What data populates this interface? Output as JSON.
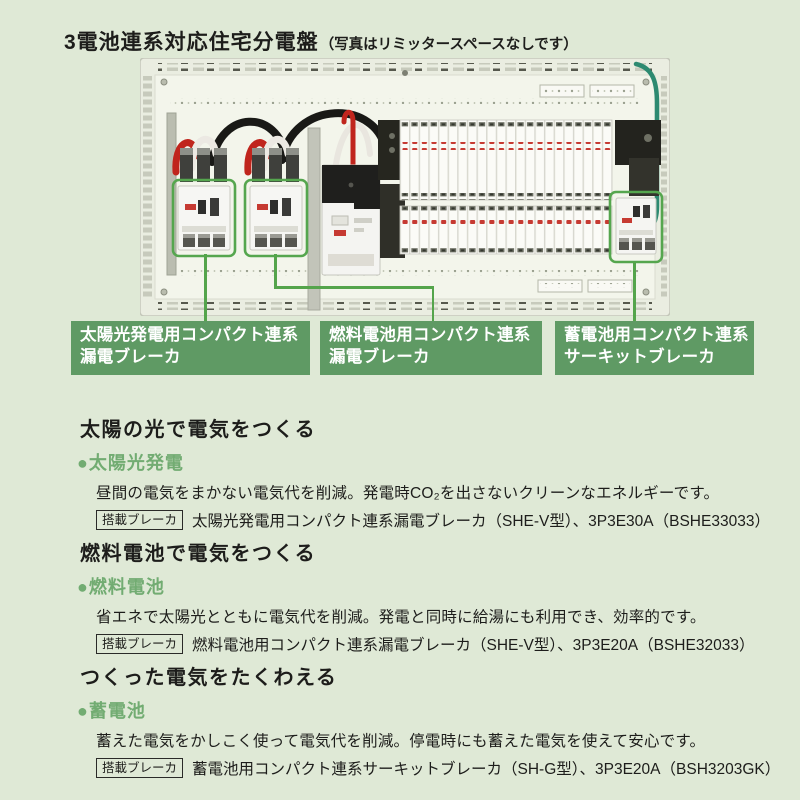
{
  "page": {
    "title": "3電池連系対応住宅分電盤",
    "title_note": "（写真はリミッタースペースなしです）"
  },
  "photo": {
    "description": "分電盤内部の写真",
    "callouts": [
      {
        "id": "solar",
        "line1": "太陽光発電用コンパクト連系",
        "line2": "漏電ブレーカ"
      },
      {
        "id": "fuel",
        "line1": "燃料電池用コンパクト連系",
        "line2": "漏電ブレーカ"
      },
      {
        "id": "battery",
        "line1": "蓄電池用コンパクト連系",
        "line2": "サーキットブレーカ"
      }
    ]
  },
  "sections": [
    {
      "heading": "太陽の光で電気をつくる",
      "subheading": "●太陽光発電",
      "body": "昼間の電気をまかない電気代を削減。発電時CO₂を出さないクリーンなエネルギーです。",
      "breaker_tag": "搭載ブレーカ",
      "breaker_spec": "太陽光発電用コンパクト連系漏電ブレーカ（SHE-V型）、3P3E30A（BSHE33033）"
    },
    {
      "heading": "燃料電池で電気をつくる",
      "subheading": "●燃料電池",
      "body": "省エネで太陽光とともに電気代を削減。発電と同時に給湯にも利用でき、効率的です。",
      "breaker_tag": "搭載ブレーカ",
      "breaker_spec": "燃料電池用コンパクト連系漏電ブレーカ（SHE-V型）、3P3E20A（BSHE32033）"
    },
    {
      "heading": "つくった電気をたくわえる",
      "subheading": "●蓄電池",
      "body": "蓄えた電気をかしこく使って電気代を削減。停電時にも蓄えた電気を使えて安心です。",
      "breaker_tag": "搭載ブレーカ",
      "breaker_spec": "蓄電池用コンパクト連系サーキットブレーカ（SH-G型）、3P3E20A（BSH3203GK）"
    }
  ],
  "colors": {
    "background": "#dfe9d6",
    "label_green": "#5f9a64",
    "callout_line_green": "#54a44b",
    "subheading_green": "#72ac72",
    "text": "#1d1d1b"
  }
}
